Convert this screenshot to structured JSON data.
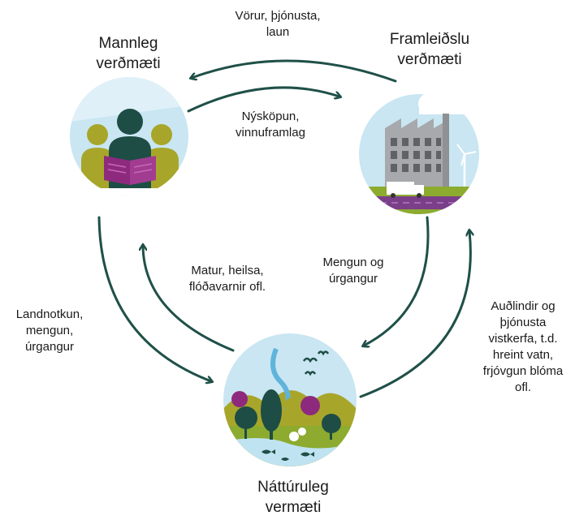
{
  "nodes": {
    "human": {
      "title_line1": "Mannleg",
      "title_line2": "verðmæti"
    },
    "production": {
      "title_line1": "Framleiðslu",
      "title_line2": "verðmæti"
    },
    "natural": {
      "title_line1": "Náttúruleg",
      "title_line2": "vermæti"
    }
  },
  "edges": {
    "production_to_human": {
      "line1": "Vörur, þjónusta,",
      "line2": "laun"
    },
    "human_to_production": {
      "line1": "Nýsköpun,",
      "line2": "vinnuframlag"
    },
    "production_to_natural": {
      "line1": "Mengun og",
      "line2": "úrgangur"
    },
    "natural_to_production": {
      "line1": "Auðlindir og",
      "line2": "þjónusta",
      "line3": "vistkerfa, t.d.",
      "line4": "hreint vatn,",
      "line5": "frjóvgun blóma",
      "line6": "ofl."
    },
    "natural_to_human": {
      "line1": "Matur, heilsa,",
      "line2": "flóðavarnir ofl."
    },
    "human_to_natural": {
      "line1": "Landnotkun,",
      "line2": "mengun,",
      "line3": "úrgangur"
    }
  },
  "colors": {
    "arrow": "#1f5048",
    "circle_sky": "#c9e6f2",
    "dark_green": "#1e4d45",
    "olive": "#a8a62a",
    "magenta": "#8e2a7d",
    "grass": "#8cab2f",
    "building": "#a7a9ac",
    "road": "#7b3f8a"
  },
  "icons": {
    "human": "people-reading-icon",
    "production": "factory-icon",
    "natural": "nature-landscape-icon"
  }
}
